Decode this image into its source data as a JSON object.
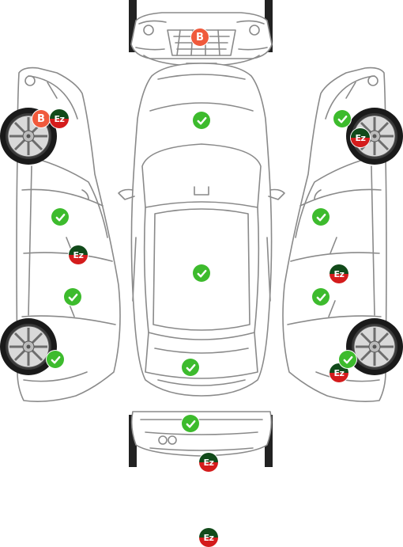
{
  "badge_labels": {
    "ez": "Ez",
    "b": "B"
  },
  "colors": {
    "check": "#3dbb2d",
    "ez_top": "#114a1a",
    "ez_bottom": "#d41c1c",
    "b": "#f05a3c",
    "line": "#8a8a8a"
  },
  "icons": [
    "check-icon",
    "ez-badge-icon",
    "b-badge-icon",
    "tire-icon"
  ],
  "zones": [
    {
      "id": "front-bumper",
      "markers": [
        "b"
      ]
    },
    {
      "id": "left-front-wheel",
      "markers": [
        "b",
        "ez"
      ]
    },
    {
      "id": "right-front-wheel",
      "markers": [
        "check",
        "ez"
      ]
    },
    {
      "id": "hood",
      "markers": [
        "check"
      ]
    },
    {
      "id": "left-front-door",
      "markers": [
        "check",
        "ez"
      ]
    },
    {
      "id": "right-front-door",
      "markers": [
        "check",
        "ez"
      ]
    },
    {
      "id": "roof",
      "markers": [
        "check"
      ]
    },
    {
      "id": "left-rear-door",
      "markers": [
        "check"
      ]
    },
    {
      "id": "right-rear-door",
      "markers": [
        "check",
        "ez"
      ]
    },
    {
      "id": "left-rear-wheel",
      "markers": [
        "check"
      ]
    },
    {
      "id": "right-rear-wheel",
      "markers": [
        "check"
      ]
    },
    {
      "id": "trunk",
      "markers": [
        "check",
        "ez"
      ]
    },
    {
      "id": "rear-bumper",
      "markers": [
        "check",
        "ez"
      ]
    }
  ]
}
